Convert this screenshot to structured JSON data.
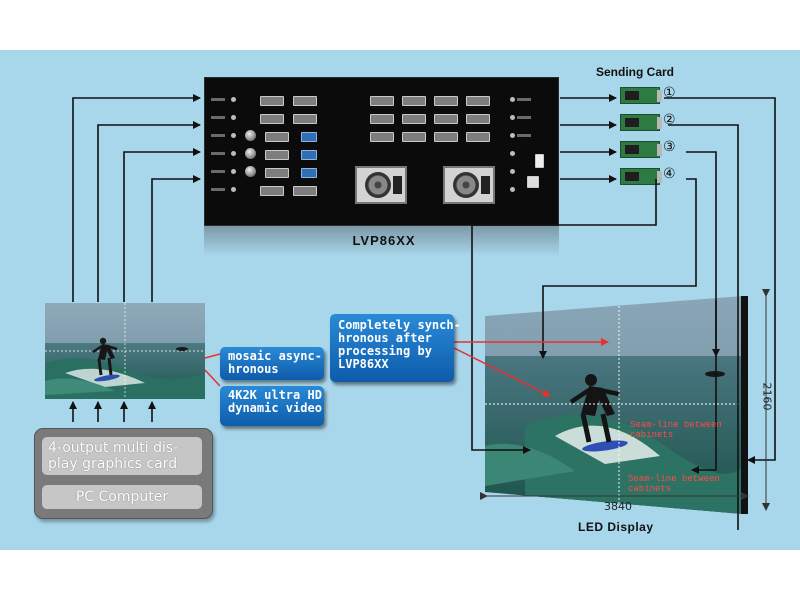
{
  "device": {
    "name": "LVP86XX"
  },
  "sending": {
    "title": "Sending Card",
    "cards": [
      {
        "number": "①"
      },
      {
        "number": "②"
      },
      {
        "number": "③"
      },
      {
        "number": "④"
      }
    ]
  },
  "callouts": {
    "mosaic": [
      "mosaic async-",
      "hronous"
    ],
    "video": [
      "4K2K ultra HD",
      "dynamic video"
    ],
    "sync": [
      "Completely synch-",
      "hronous after",
      "processing by",
      "LVP86XX"
    ]
  },
  "pc": {
    "card_label": [
      "4-output multi dis-",
      "play graphics card"
    ],
    "computer_label": "PC Computer"
  },
  "display": {
    "label": "LED Display",
    "width": "3840",
    "height": "2160",
    "seam_text_1": [
      "Seam-line between",
      "cabinets"
    ],
    "seam_text_2": [
      "Seam-line between",
      "cabinets"
    ]
  },
  "colors": {
    "background": "#a8d6ea",
    "arrow": "#111111",
    "callout": "#1573c4",
    "highlight": "#e8302f"
  }
}
